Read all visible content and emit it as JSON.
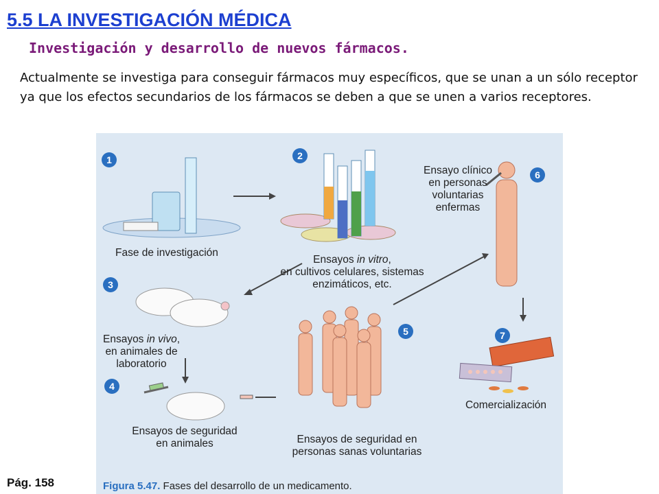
{
  "header": {
    "title": "5.5 LA INVESTIGACIÓN MÉDICA",
    "subtitle": "Investigación y desarrollo de nuevos fármacos."
  },
  "body": {
    "paragraph": "Actualmente se investiga para conseguir fármacos muy específicos, que se unan a un sólo receptor ya que los efectos secundarios de los fármacos se deben a que se unen a varios receptores."
  },
  "figure": {
    "steps": [
      {
        "number": "1",
        "label": "Fase de investigación"
      },
      {
        "number": "2",
        "label_pre": "Ensayos ",
        "label_em": "in vitro",
        "label_post": ",",
        "label_rest": "en cultivos celulares, sistemas enzimáticos, etc."
      },
      {
        "number": "3",
        "label_pre": "Ensayos ",
        "label_em": "in vivo",
        "label_post": ",",
        "label_rest": "en animales de laboratorio"
      },
      {
        "number": "4",
        "label": "Ensayos de seguridad en animales"
      },
      {
        "number": "5",
        "label": "Ensayos de seguridad en personas sanas voluntarias"
      },
      {
        "number": "6",
        "label": "Ensayo clínico en personas voluntarias enfermas"
      },
      {
        "number": "7",
        "label": "Comercialización"
      }
    ],
    "caption_number": "Figura 5.47.",
    "caption_text": "Fases del desarrollo de un medicamento."
  },
  "footer": {
    "page_ref": "Pág. 158"
  },
  "colors": {
    "title": "#1c3fd0",
    "subtitle": "#7a1a78",
    "figure_bg": "#dde8f3",
    "badge": "#2a6fc0",
    "skin": "#f2b79a",
    "skin_stroke": "#b9735a"
  }
}
